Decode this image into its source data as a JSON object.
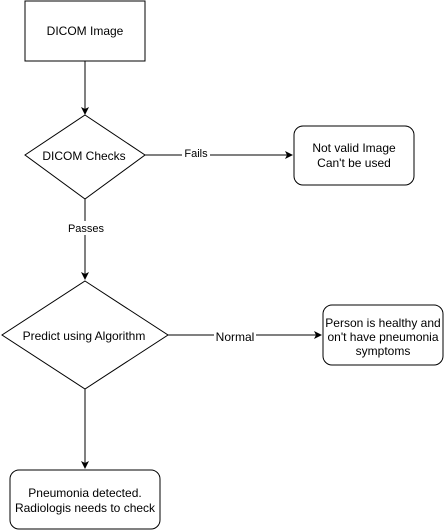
{
  "nodes": {
    "dicom_image": {
      "label": "DICOM Image"
    },
    "dicom_checks": {
      "label": "DICOM Checks"
    },
    "not_valid": {
      "line1": "Not valid Image",
      "line2": "Can't be used"
    },
    "predict": {
      "label": "Predict using Algorithm"
    },
    "healthy": {
      "line1": "Person is healthy and",
      "line2": "on't have pneumonia",
      "line3": "symptoms"
    },
    "pneumonia": {
      "line1": "Pneumonia detected.",
      "line2": "Radiologis needs to check"
    }
  },
  "edges": {
    "fails": "Fails",
    "passes": "Passes",
    "normal": "Normal"
  }
}
